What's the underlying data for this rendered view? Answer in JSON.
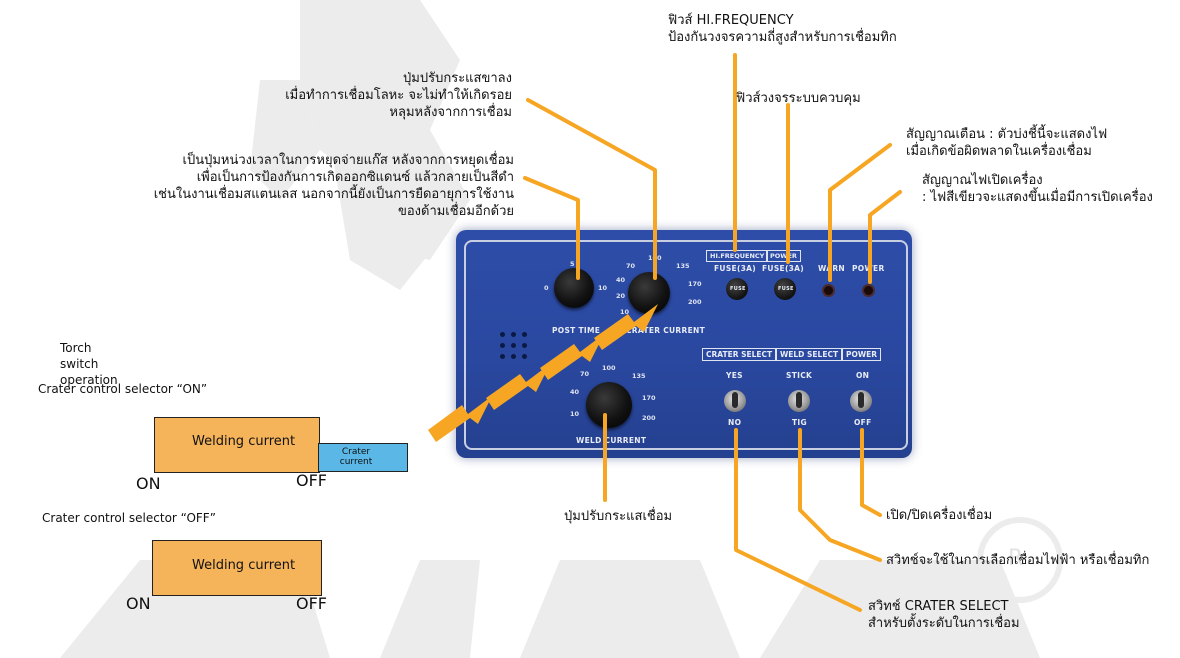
{
  "brand": {
    "accent_orange": "#f6a623",
    "panel_blue": "#2a48a0",
    "registered_mark": "R"
  },
  "panel": {
    "post_time": "POST TIME",
    "crater_current": "CRATER CURRENT",
    "weld_current": "WELD CURRENT",
    "hi_frequency": "HI.FREQUENCY",
    "power_top": "POWER",
    "fuse1": "FUSE(3A)",
    "fuse2": "FUSE(3A)",
    "warn": "WARN",
    "power_led": "POWER",
    "crater_select": "CRATER SELECT",
    "weld_select": "WELD SELECT",
    "power_box": "POWER",
    "yes": "YES",
    "no": "NO",
    "stick": "STICK",
    "tig": "TIG",
    "on": "ON",
    "off": "OFF",
    "fuse_cap": "FUSE",
    "crater_ticks": [
      "70",
      "100",
      "135",
      "40",
      "170",
      "20",
      "200",
      "10"
    ],
    "weld_ticks": [
      "70",
      "100",
      "135",
      "40",
      "170",
      "10",
      "200"
    ],
    "post_ticks": [
      "0",
      "5",
      "10"
    ]
  },
  "callouts": {
    "fuse_hf_1": "ฟิวส์ HI.FREQUENCY",
    "fuse_hf_2": "ป้องกันวงจรความถี่สูงสำหรับการเชื่อมทิก",
    "control_fuse": "ฟิวส์วงจรระบบควบคุม",
    "warn_1": "สัญญาณเตือน : ตัวบ่งชี้นี้จะแสดงไฟ",
    "warn_2": "เมื่อเกิดข้อผิดพลาดในเครื่องเชื่อม",
    "power_led_1": "สัญญาณไฟเปิดเครื่อง",
    "power_led_2": ": ไฟสีเขียวจะแสดงขึ้นเมื่อมีการเปิดเครื่อง",
    "crater_knob_1": "ปุ่มปรับกระแสขาลง",
    "crater_knob_2": "เมื่อทำการเชื่อมโลหะ จะไม่ทำให้เกิดรอย",
    "crater_knob_3": "หลุมหลังจากการเชื่อม",
    "post_time_1": "เป็นปุ่มหน่วงเวลาในการหยุดจ่ายแก๊ส หลังจากการหยุดเชื่อม",
    "post_time_2": "เพื่อเป็นการป้องกันการเกิดออกซิแดนซ์ แล้วกลายเป็นสีดำ",
    "post_time_3": "เช่นในงานเชื่อมสแตนเลส นอกจากนี้ยังเป็นการยืดอายุการใช้งาน",
    "post_time_4": "ของด้ามเชื่อมอีกด้วย",
    "weld_knob": "ปุ่มปรับกระแสเชื่อม",
    "power_switch": "เปิด/ปิดเครื่องเชื่อม",
    "weld_select_1": "สวิทช์จะใช้ในการเลือกเชื่อมไฟฟ้า หรือเชื่อมทิก",
    "crater_select_1": "สวิทช์ CRATER SELECT",
    "crater_select_2": "สำหรับตั้งระดับในการเชื่อม"
  },
  "diagram": {
    "torch_label": "Torch switch operation",
    "sel_on_label": "Crater control selector “ON”",
    "sel_off_label": "Crater control selector “OFF”",
    "welding_current": "Welding current",
    "crater_current": "Crater current",
    "on": "ON",
    "off": "OFF"
  }
}
